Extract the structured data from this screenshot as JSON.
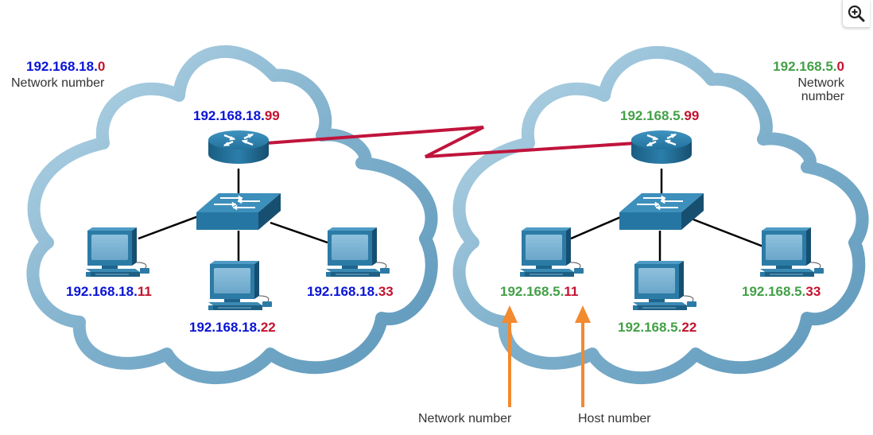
{
  "colors": {
    "blue_network": "#0a14d6",
    "green_network": "#43a047",
    "host": "#c4122f",
    "serial_link": "#c0143c",
    "arrow": "#f28a30",
    "cloud": "#8fbdd6"
  },
  "left_network": {
    "network_label": {
      "net": "192.168.18.",
      "host": "0"
    },
    "caption": "Network number",
    "router": {
      "net": "192.168.18.",
      "host": "99"
    },
    "pc_left": {
      "net": "192.168.18.",
      "host": "11"
    },
    "pc_center": {
      "net": "192.168.18.",
      "host": "22"
    },
    "pc_right": {
      "net": "192.168.18.",
      "host": "33"
    }
  },
  "right_network": {
    "network_label": {
      "net": "192.168.5.",
      "host": "0"
    },
    "caption_line1": "Network",
    "caption_line2": "number",
    "router": {
      "net": "192.168.5.",
      "host": "99"
    },
    "pc_left": {
      "net": "192.168.5.",
      "host": "11"
    },
    "pc_center": {
      "net": "192.168.5.",
      "host": "22"
    },
    "pc_right": {
      "net": "192.168.5.",
      "host": "33"
    }
  },
  "annotations": {
    "network_number": "Network number",
    "host_number": "Host number"
  },
  "icons": {
    "zoom": "zoom-in-icon",
    "router": "router-icon",
    "switch": "switch-icon",
    "pc": "pc-icon",
    "cloud": "cloud-icon"
  }
}
